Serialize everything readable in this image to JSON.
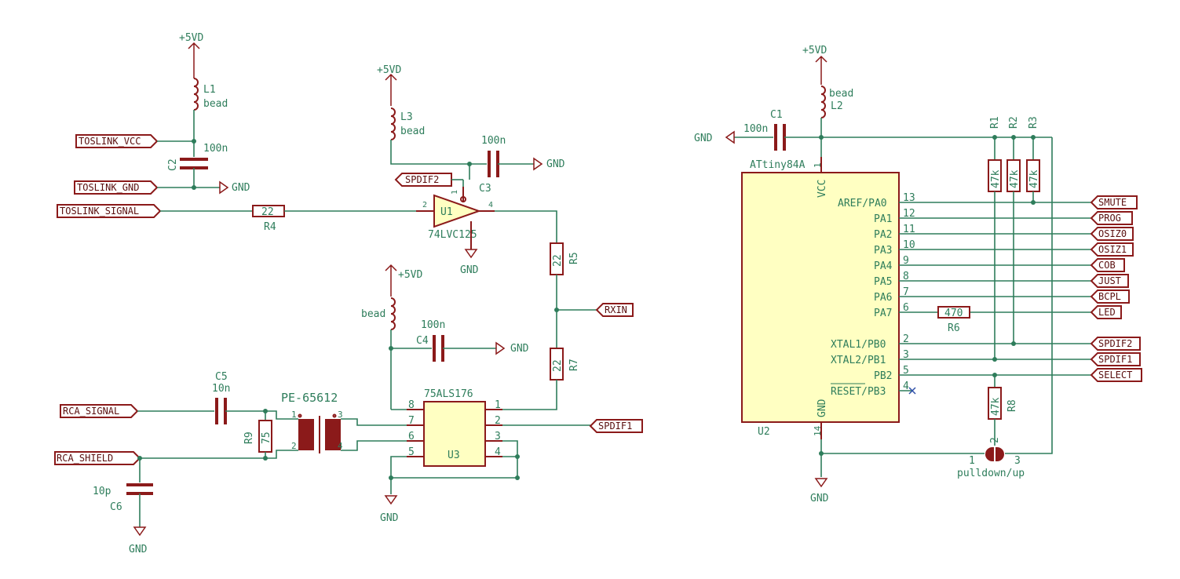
{
  "left": {
    "power": {
      "vdd1": "+5VD",
      "vdd2": "+5VD",
      "vdd3": "+5VD",
      "gnd": "GND"
    },
    "L1": {
      "ref": "L1",
      "value": "bead"
    },
    "L3": {
      "ref": "L3",
      "value": "bead"
    },
    "L4": {
      "value": "bead"
    },
    "C2": {
      "ref": "C2",
      "value": "100n"
    },
    "C3": {
      "ref": "C3",
      "value": "100n"
    },
    "C4": {
      "ref": "C4",
      "value": "100n"
    },
    "C5": {
      "ref": "C5",
      "value": "10n"
    },
    "C6": {
      "ref": "C6",
      "value": "10p"
    },
    "R4": {
      "ref": "R4",
      "value": "22"
    },
    "R5": {
      "ref": "R5",
      "value": "22"
    },
    "R7": {
      "ref": "R7",
      "value": "22"
    },
    "R9": {
      "ref": "R9",
      "value": "75"
    },
    "U1": {
      "ref": "U1",
      "value": "74LVC125",
      "pin_in": "2",
      "pin_out": "4",
      "pin_oe": "1"
    },
    "U3": {
      "ref": "U3",
      "value": "75ALS176",
      "pins_left": [
        "8",
        "7",
        "6",
        "5"
      ],
      "pins_right": [
        "1",
        "2",
        "3",
        "4"
      ]
    },
    "T1": {
      "value": "PE-65612",
      "p1": "1",
      "p2": "2",
      "p3": "3",
      "p4": "4"
    },
    "labels": {
      "tosvcc": "TOSLINK_VCC",
      "tosgnd": "TOSLINK_GND",
      "tossig": "TOSLINK_SIGNAL",
      "spdif2": "SPDIF2",
      "rxin": "RXIN",
      "spdif1": "SPDIF1",
      "rcasig": "RCA_SIGNAL",
      "rcashield": "RCA_SHIELD"
    }
  },
  "right": {
    "power": {
      "vdd": "+5VD",
      "gnd": "GND"
    },
    "L2": {
      "ref": "L2",
      "value": "bead"
    },
    "C1": {
      "ref": "C1",
      "value": "100n"
    },
    "R1": {
      "ref": "R1",
      "value": "47k"
    },
    "R2": {
      "ref": "R2",
      "value": "47k"
    },
    "R3": {
      "ref": "R3",
      "value": "47k"
    },
    "R6": {
      "ref": "R6",
      "value": "470"
    },
    "R8": {
      "ref": "R8",
      "value": "47k"
    },
    "JP": {
      "value": "pulldown/up",
      "p1": "1",
      "p2": "2",
      "p3": "3"
    },
    "U2": {
      "ref": "U2",
      "value": "ATtiny84A",
      "vcc": "VCC",
      "gnd_pin": "GND",
      "vcc_num": "1",
      "gnd_num": "14",
      "pins": [
        {
          "num": "13",
          "name": "AREF/PA0",
          "label": "SMUTE"
        },
        {
          "num": "12",
          "name": "PA1",
          "label": "PROG"
        },
        {
          "num": "11",
          "name": "PA2",
          "label": "OSIZ0"
        },
        {
          "num": "10",
          "name": "PA3",
          "label": "OSIZ1"
        },
        {
          "num": "9",
          "name": "PA4",
          "label": "COB"
        },
        {
          "num": "8",
          "name": "PA5",
          "label": "JUST"
        },
        {
          "num": "7",
          "name": "PA6",
          "label": "BCPL"
        },
        {
          "num": "6",
          "name": "PA7",
          "label": "LED"
        },
        {
          "num": "2",
          "name": "XTAL1/PB0",
          "label": "SPDIF2"
        },
        {
          "num": "3",
          "name": "XTAL2/PB1",
          "label": "SPDIF1"
        },
        {
          "num": "5",
          "name": "PB2",
          "label": "SELECT"
        },
        {
          "num": "4",
          "name": "RESET/PB3",
          "label": ""
        }
      ]
    }
  }
}
